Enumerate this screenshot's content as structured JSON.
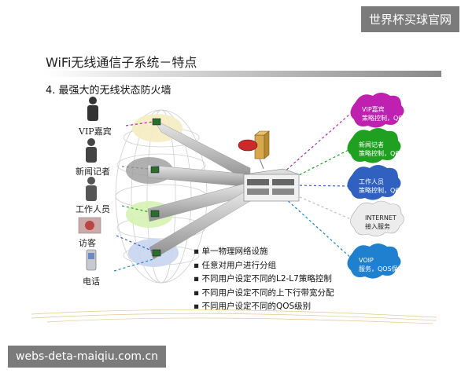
{
  "watermark_top": "世界杯买球官网",
  "watermark_bottom": "webs-deta-maiqiu.com.cn",
  "title": "WiFi无线通信子系统－特点",
  "subtitle": "4.   最强大的无线状态防火墙",
  "users": [
    "VIP嘉宾",
    "新闻记者",
    "工作人员",
    "访客",
    "电话"
  ],
  "clouds": [
    {
      "line1": "VIP嘉宾",
      "line2": "策略控制，QOS",
      "color": "#c020b0"
    },
    {
      "line1": "新闻记者",
      "line2": "策略控制，QOS",
      "color": "#20a020"
    },
    {
      "line1": "工作人员",
      "line2": "策略控制，QOS",
      "color": "#3060c0"
    },
    {
      "line1": "INTERNET",
      "line2": "接入服务",
      "color": "#e8e8e8"
    },
    {
      "line1": "VOIP",
      "line2": "服务，QOS保证",
      "color": "#2080d0"
    }
  ],
  "bullets": [
    "单一物理网络设施",
    "任意对用户进行分组",
    "不同用户设定不同的L2-L7策略控制",
    "不同用户设定不同的上下行带宽分配",
    "不同用户设定不同的QOS级别"
  ]
}
